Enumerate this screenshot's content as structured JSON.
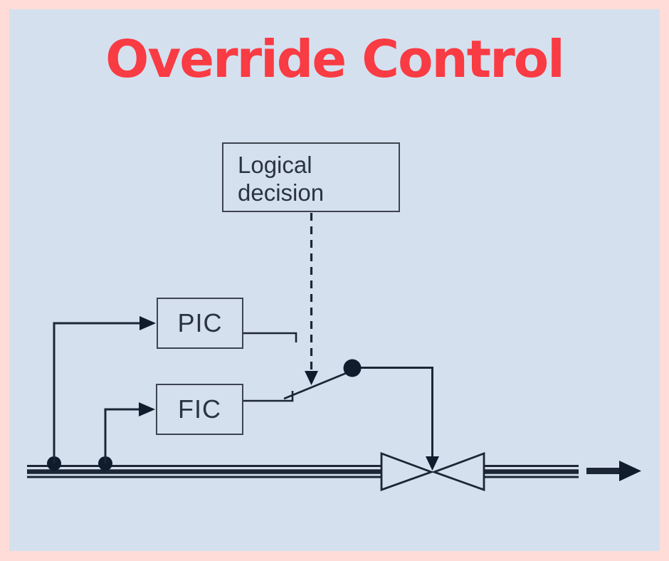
{
  "title": {
    "text": "Override Control"
  },
  "colors": {
    "frame": "#ffdcd7",
    "panel": "#d5e0ef",
    "title": "#f93b43",
    "line": "#1c2634",
    "ink": "#101c2b",
    "box-border": "#3d4450",
    "box-text": "#2b3441"
  },
  "diagram": {
    "logical_decision_label": "Logical decision",
    "pic_label": "PIC",
    "fic_label": "FIC",
    "icons": {
      "control_valve": "bowtie-valve-symbol",
      "selector_switch": "pivoting-switch-arm-with-dot",
      "flow_arrow": "thick-right-arrow",
      "dashed_signal_arrow": "dashed-down-arrow",
      "junction_dots": "filled-pipe-tap-dots",
      "signal_arrowheads": "filled-triangle-arrowheads"
    }
  }
}
